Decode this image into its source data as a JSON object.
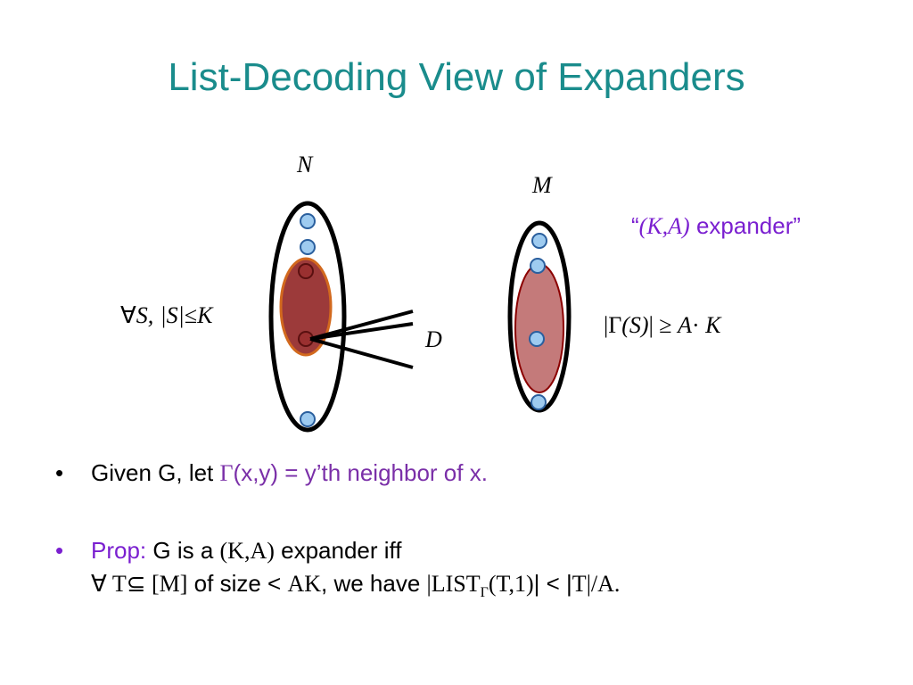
{
  "slide": {
    "title": "List-Decoding View of Expanders"
  },
  "diagram": {
    "label_N": "N",
    "label_M": "M",
    "label_D": "D",
    "left_condition": {
      "forall": "∀",
      "s": "S,",
      "abs_s": "|S|",
      "leq": "≤",
      "k": "K"
    },
    "expander_quote": {
      "open": "“",
      "ka": "(K,A)",
      "word": " expander”"
    },
    "right_condition": {
      "abs_open": "|",
      "gamma": "Γ",
      "paren_s": "(S)",
      "abs_close": "|",
      "geq": " ≥ ",
      "a": "A",
      "dot": "·",
      "k": " K"
    },
    "colors": {
      "outer_ellipse": "#000000",
      "left_inner_fill": "#9c3a3a",
      "left_inner_stroke": "#d2691e",
      "right_inner_fill": "#c47a7a",
      "right_inner_stroke": "#8b0000",
      "node_fill": "#9ecbf0",
      "node_stroke": "#2a5f9e",
      "dark_node_fill": "#9a3030",
      "dark_node_stroke": "#5a1010"
    }
  },
  "bullets": [
    {
      "dot": "•",
      "text_pre": "Given G, let ",
      "gamma": "Γ",
      "text_purple": "(x,y) = y’th neighbor of x."
    },
    {
      "dot": "•",
      "prop": "Prop:",
      "line1_a": " G is a ",
      "line1_ka": "(K,A)",
      "line1_b": " expander iff",
      "line2_forall": "∀ ",
      "line2_t": "T",
      "line2_subseteq": "⊆ ",
      "line2_m": "[M]",
      "line2_size": " of size < ",
      "line2_ak": "AK",
      "line2_have": ", we have ",
      "line2_list": "|LIST",
      "line2_sub": "Γ",
      "line2_args": "(T,1)",
      "line2_lt": "| < |",
      "line2_t2": "T",
      "line2_end": "|/A."
    }
  ]
}
